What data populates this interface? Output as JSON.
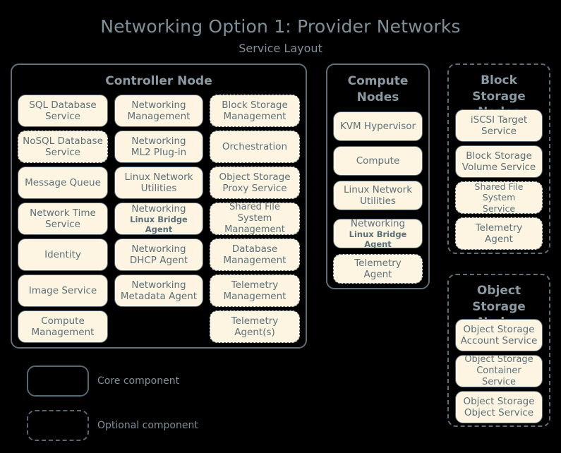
{
  "title": "Networking Option 1: Provider Networks",
  "subtitle": "Service Layout",
  "groups": [
    {
      "id": "controller-node",
      "title": "Controller Node",
      "style": "core",
      "columns": [
        [
          {
            "l1": "SQL Database",
            "l2": "Service",
            "style": "core"
          },
          {
            "l1": "NoSQL Database",
            "l2": "Service",
            "style": "optional"
          },
          {
            "l1": "Message Queue",
            "l2": "",
            "style": "core"
          },
          {
            "l1": "Network Time",
            "l2": "Service",
            "style": "core"
          },
          {
            "l1": "Identity",
            "l2": "",
            "style": "core"
          },
          {
            "l1": "Image Service",
            "l2": "",
            "style": "core"
          },
          {
            "l1": "Compute",
            "l2": "Management",
            "style": "core"
          }
        ],
        [
          {
            "l1": "Networking",
            "l2": "Management",
            "style": "core"
          },
          {
            "l1": "Networking",
            "l2": "ML2 Plug-in",
            "style": "core"
          },
          {
            "l1": "Linux Network",
            "l2": "Utilities",
            "style": "core"
          },
          {
            "l1": "Networking",
            "l2": "Linux Bridge Agent",
            "style": "core",
            "small_sub": true
          },
          {
            "l1": "Networking",
            "l2": "DHCP Agent",
            "style": "core"
          },
          {
            "l1": "Networking",
            "l2": "Metadata Agent",
            "style": "core"
          }
        ],
        [
          {
            "l1": "Block Storage",
            "l2": "Management",
            "style": "optional"
          },
          {
            "l1": "Orchestration",
            "l2": "",
            "style": "optional"
          },
          {
            "l1": "Object Storage",
            "l2": "Proxy Service",
            "style": "optional"
          },
          {
            "l1": "Shared File System",
            "l2": "Management",
            "style": "optional"
          },
          {
            "l1": "Database",
            "l2": "Management",
            "style": "optional"
          },
          {
            "l1": "Telemetry",
            "l2": "Management",
            "style": "optional"
          },
          {
            "l1": "Telemetry",
            "l2": "Agent(s)",
            "style": "optional"
          }
        ]
      ]
    },
    {
      "id": "compute-nodes",
      "title": "Compute Nodes",
      "style": "core",
      "columns": [
        [
          {
            "l1": "KVM Hypervisor",
            "l2": "",
            "style": "core"
          },
          {
            "l1": "Compute",
            "l2": "",
            "style": "core"
          },
          {
            "l1": "Linux Network",
            "l2": "Utilities",
            "style": "core"
          },
          {
            "l1": "Networking",
            "l2": "Linux Bridge Agent",
            "style": "core",
            "small_sub": true
          },
          {
            "l1": "Telemetry",
            "l2": "Agent",
            "style": "optional"
          }
        ]
      ]
    },
    {
      "id": "block-storage-nodes",
      "title": "Block Storage Nodes",
      "style": "optional",
      "columns": [
        [
          {
            "l1": "iSCSI Target",
            "l2": "Service",
            "style": "core"
          },
          {
            "l1": "Block Storage",
            "l2": "Volume Service",
            "style": "core"
          },
          {
            "l1": "Shared File System",
            "l2": "Service",
            "style": "optional"
          },
          {
            "l1": "Telemetry",
            "l2": "Agent",
            "style": "optional"
          }
        ]
      ]
    },
    {
      "id": "object-storage-nodes",
      "title": "Object Storage Nodes",
      "style": "optional",
      "columns": [
        [
          {
            "l1": "Object Storage",
            "l2": "Account Service",
            "style": "core"
          },
          {
            "l1": "Object Storage",
            "l2": "Container Service",
            "style": "core"
          },
          {
            "l1": "Object Storage",
            "l2": "Object Service",
            "style": "core"
          }
        ]
      ]
    }
  ],
  "legend": {
    "core_label": "Core component",
    "optional_label": "Optional component"
  },
  "colors": {
    "background": "#000000",
    "chip_fill": "#fdf5e2",
    "chip_border": "#4f6672",
    "group_border": "#5d7079",
    "text": "#5c7078",
    "heading": "#7e9099"
  }
}
